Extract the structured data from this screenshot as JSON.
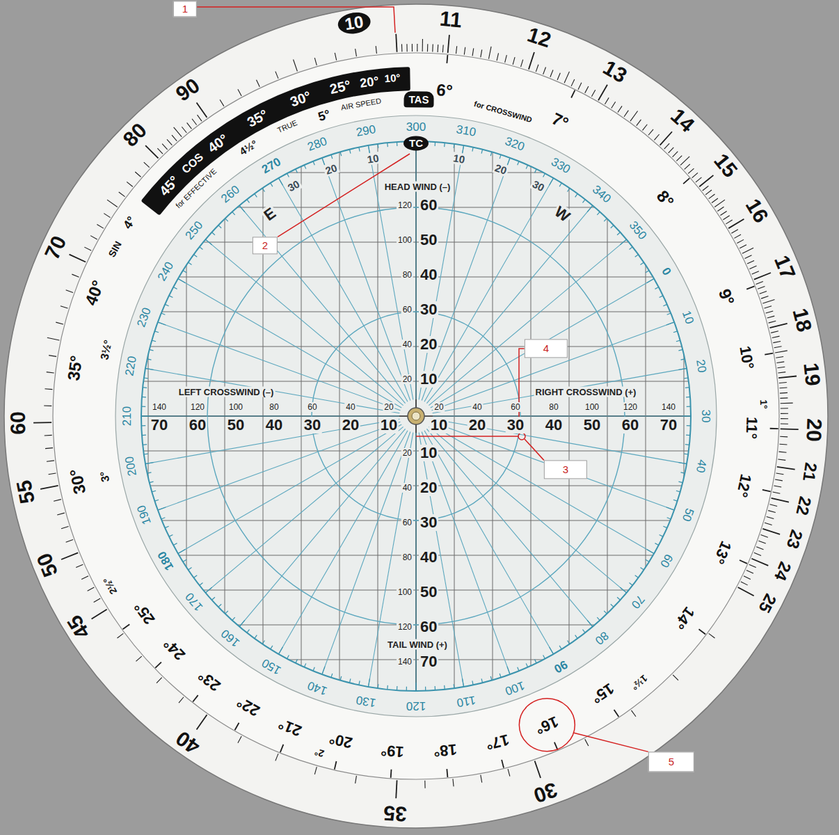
{
  "diagram": {
    "nodes": [
      {
        "text": [
          "1"
        ]
      },
      {
        "text": [
          "10"
        ]
      },
      {
        "text": [
          "TAS"
        ]
      },
      {
        "text": [
          "TC"
        ]
      },
      {
        "text": [
          "2"
        ]
      },
      {
        "text": [
          "4"
        ]
      },
      {
        "text": [
          "3"
        ]
      },
      {
        "text": [
          "5"
        ]
      }
    ],
    "labels": [
      "11",
      "12",
      "13",
      "14",
      "15",
      "16",
      "17",
      "18",
      "19",
      "20",
      "21",
      "22",
      "23",
      "24",
      "25",
      "30",
      "35",
      "40",
      "45",
      "50",
      "55",
      "60",
      "70",
      "80",
      "90",
      "6°",
      "7°",
      "8°",
      "9°",
      "10°",
      "1°",
      "11°",
      "12°",
      "13°",
      "14°",
      "1½°",
      "15°",
      "16°",
      "17°",
      "18°",
      "19°",
      "20°",
      "2°",
      "21°",
      "22°",
      "23°",
      "24°",
      "25°",
      "2½°",
      "30°",
      "3°",
      "35°",
      "3½°",
      "40°",
      "45°",
      "COS",
      "40°",
      "35°",
      "30°",
      "25°",
      "20°",
      "10°",
      "SIN",
      "4°",
      "for EFFECTIVE",
      "4½°",
      "TRUE",
      "5°",
      "AIR SPEED",
      "for CROSSWIND",
      "0",
      "10",
      "20",
      "30",
      "40",
      "50",
      "60",
      "70",
      "80",
      "90",
      "100",
      "110",
      "120",
      "130",
      "140",
      "150",
      "160",
      "170",
      "180",
      "190",
      "200",
      "210",
      "220",
      "230",
      "240",
      "250",
      "260",
      "270",
      "280",
      "290",
      "300",
      "310",
      "320",
      "330",
      "340",
      "350",
      "30",
      "20",
      "10",
      "10",
      "20",
      "30",
      "E",
      "W",
      "HEAD WIND (–)",
      "TAIL WIND (+)",
      "LEFT CROSSWIND (–)",
      "RIGHT CROSSWIND (+)",
      "10",
      "20",
      "30",
      "40",
      "50",
      "60",
      "70",
      "20",
      "40",
      "60",
      "80",
      "100",
      "120",
      "140",
      "10",
      "20",
      "30",
      "40",
      "50",
      "60",
      "70",
      "20",
      "40",
      "60",
      "80",
      "100",
      "120",
      "140",
      "10",
      "20",
      "30",
      "40",
      "50",
      "60",
      "20",
      "40",
      "60",
      "80",
      "100",
      "120",
      "10",
      "20",
      "30",
      "40",
      "50",
      "60",
      "70",
      "20",
      "40",
      "60",
      "80",
      "100",
      "120",
      "140"
    ]
  }
}
